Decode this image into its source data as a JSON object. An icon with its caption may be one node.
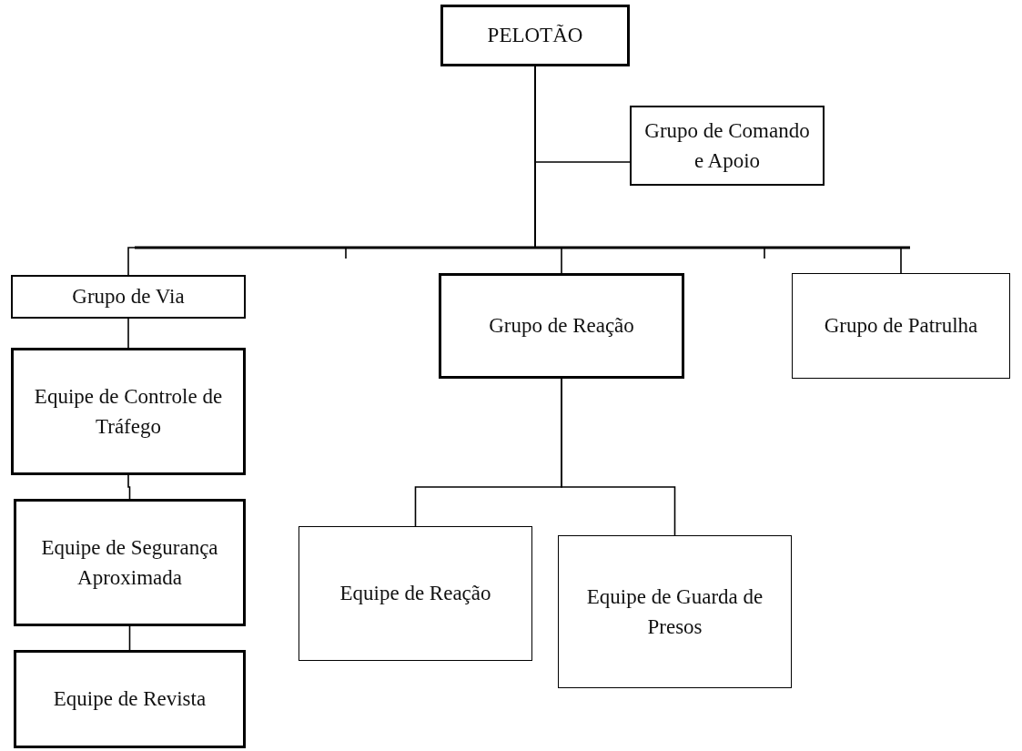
{
  "diagram": {
    "nodes": [
      {
        "text": [
          "PELOTÃO"
        ]
      },
      {
        "text": [
          "Grupo de Comando e Apoio"
        ]
      },
      {
        "text": [
          "Grupo de Via"
        ]
      },
      {
        "text": [
          "Grupo de Reação"
        ]
      },
      {
        "text": [
          "Grupo de Patrulha"
        ]
      },
      {
        "text": [
          "Equipe de Controle de Tráfego"
        ]
      },
      {
        "text": [
          "Equipe de Segurança Aproximada"
        ]
      },
      {
        "text": [
          "Equipe de Revista"
        ]
      },
      {
        "text": [
          "Equipe de Reação"
        ]
      },
      {
        "text": [
          "Equipe de Guarda de Presos"
        ]
      }
    ],
    "edges": [
      {
        "from": 0,
        "to": 1,
        "arrow": "none"
      },
      {
        "from": 0,
        "to": 2,
        "arrow": "none"
      },
      {
        "from": 0,
        "to": 3,
        "arrow": "none"
      },
      {
        "from": 0,
        "to": 4,
        "arrow": "none"
      },
      {
        "from": 2,
        "to": 5,
        "arrow": "none"
      },
      {
        "from": 5,
        "to": 6,
        "arrow": "none"
      },
      {
        "from": 6,
        "to": 7,
        "arrow": "none"
      },
      {
        "from": 3,
        "to": 8,
        "arrow": "none"
      },
      {
        "from": 3,
        "to": 9,
        "arrow": "none"
      }
    ]
  }
}
